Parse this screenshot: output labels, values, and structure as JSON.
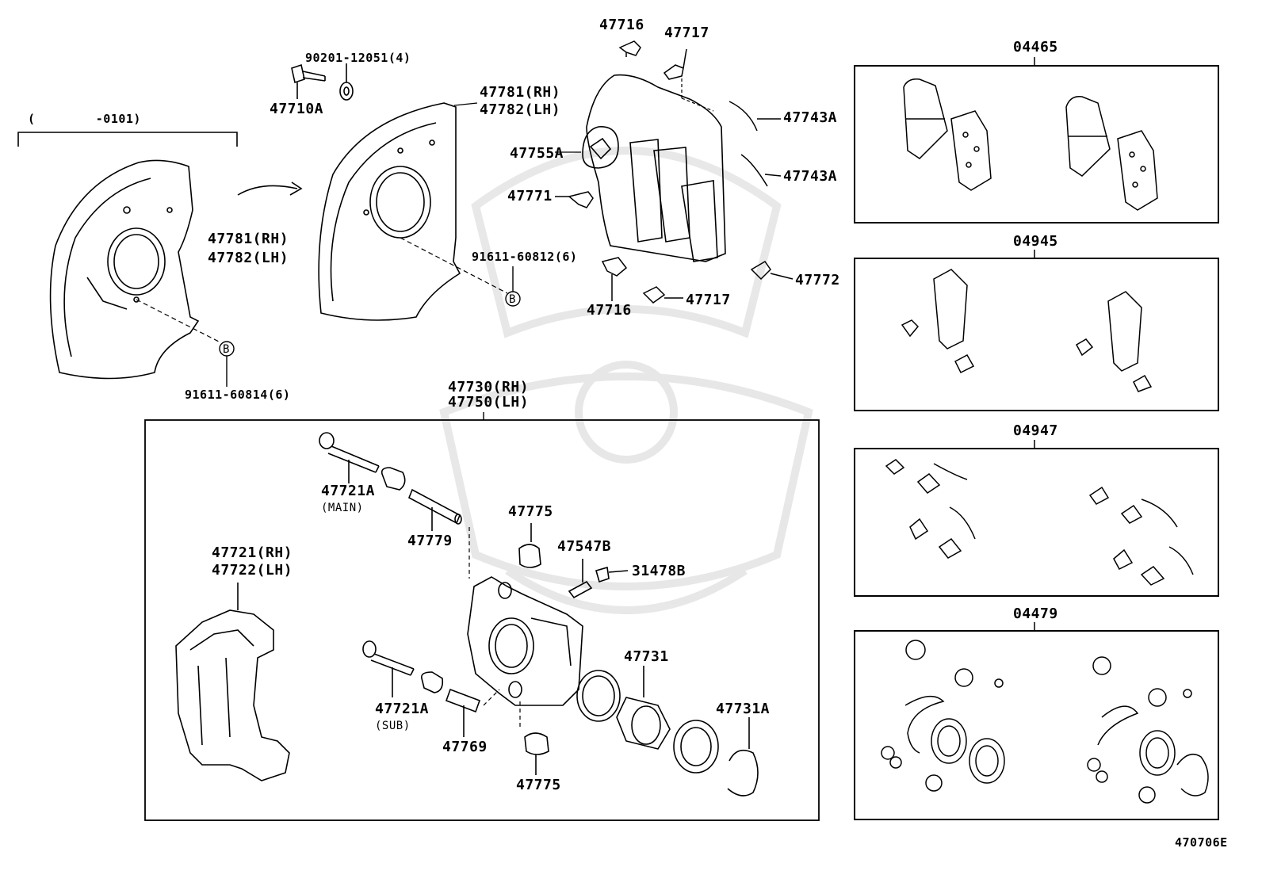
{
  "diagram_ref": "470706E",
  "watermark_brand": "samurai-helmet-logo",
  "range_note": "(        -0101)",
  "labels": {
    "p47716_top": "47716",
    "p47717_top": "47717",
    "p90201": "90201-12051(4)",
    "p47710A": "47710A",
    "p47781_rh_mid": "47781(RH)",
    "p47782_lh_mid": "47782(LH)",
    "p47743A_1": "47743A",
    "p47755A": "47755A",
    "p47743A_2": "47743A",
    "p47771": "47771",
    "p47781_rh_left": "47781(RH)",
    "p47782_lh_left": "47782(LH)",
    "p91611_60812": "91611-60812(6)",
    "p47772": "47772",
    "p47716_bot": "47716",
    "p47717_bot": "47717",
    "p91611_60814": "91611-60814(6)",
    "bolt_b_1": "B",
    "bolt_b_2": "B",
    "p47730_rh": "47730(RH)",
    "p47750_lh": "47750(LH)",
    "p47721A_main": "47721A",
    "main_note": "(MAIN)",
    "p47779": "47779",
    "p47775_top": "47775",
    "p47547B": "47547B",
    "p31478B": "31478B",
    "p47721_rh": "47721(RH)",
    "p47722_lh": "47722(LH)",
    "p47731": "47731",
    "p47721A_sub": "47721A",
    "sub_note": "(SUB)",
    "p47731A": "47731A",
    "p47769": "47769",
    "p47775_bot": "47775"
  },
  "kits": [
    {
      "code": "04465"
    },
    {
      "code": "04945"
    },
    {
      "code": "04947"
    },
    {
      "code": "04479"
    }
  ]
}
